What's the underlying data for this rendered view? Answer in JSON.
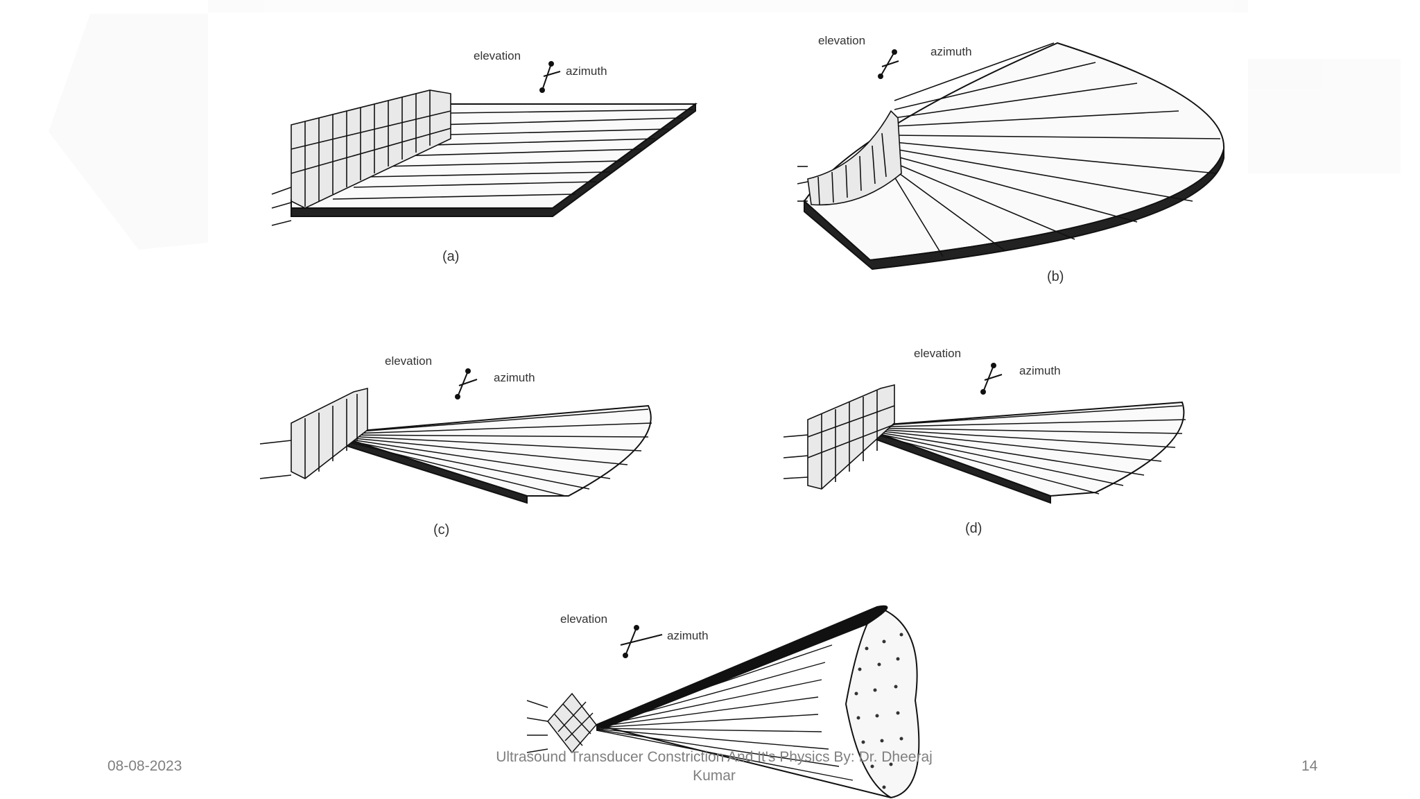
{
  "slide": {
    "figure": {
      "panels": [
        {
          "label": "(a)",
          "elevation": "elevation",
          "azimuth": "azimuth"
        },
        {
          "label": "(b)",
          "elevation": "elevation",
          "azimuth": "azimuth"
        },
        {
          "label": "(c)",
          "elevation": "elevation",
          "azimuth": "azimuth"
        },
        {
          "label": "(d)",
          "elevation": "elevation",
          "azimuth": "azimuth"
        },
        {
          "label": "",
          "elevation": "elevation",
          "azimuth": "azimuth"
        }
      ]
    },
    "footer": {
      "date": "08-08-2023",
      "title": "Ultrasound Transducer Constriction And It's Physics By: Dr. Dheeraj Kumar",
      "page_number": "14"
    }
  }
}
